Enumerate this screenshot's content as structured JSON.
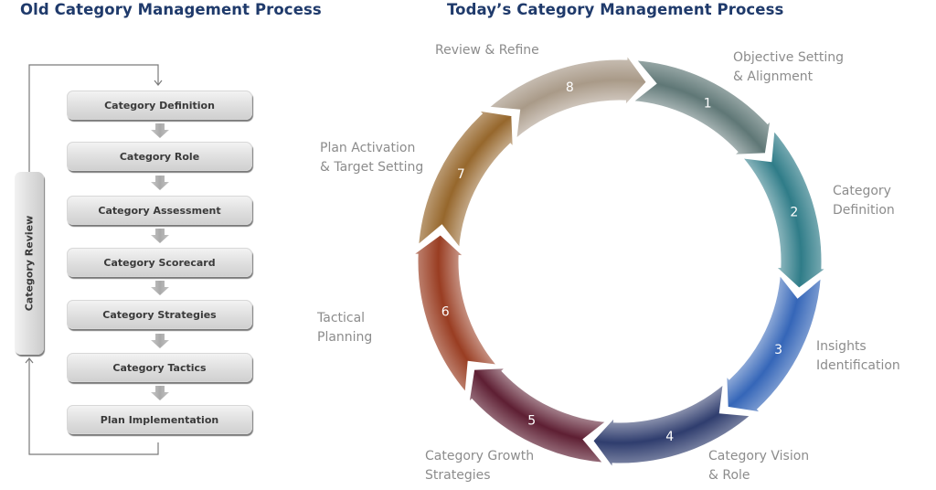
{
  "old_process": {
    "title": "Old Category Management Process",
    "steps": [
      "Category Definition",
      "Category Role",
      "Category Assessment",
      "Category Scorecard",
      "Category Strategies",
      "Category Tactics",
      "Plan Implementation"
    ],
    "review_label": "Category Review"
  },
  "new_process": {
    "title": "Today’s Category Management Process",
    "steps": [
      {
        "number": "1",
        "line1": "Objective Setting",
        "line2": "& Alignment",
        "color": "#5f7776"
      },
      {
        "number": "2",
        "line1": "Category",
        "line2": "Definition",
        "color": "#2f7c88"
      },
      {
        "number": "3",
        "line1": "Insights",
        "line2": "Identification",
        "color": "#3566b8"
      },
      {
        "number": "4",
        "line1": "Category Vision",
        "line2": "& Role",
        "color": "#2f3d6e"
      },
      {
        "number": "5",
        "line1": "Category Growth",
        "line2": "Strategies",
        "color": "#5e1f33"
      },
      {
        "number": "6",
        "line1": "Tactical",
        "line2": "Planning",
        "color": "#993d22"
      },
      {
        "number": "7",
        "line1": "Plan Activation",
        "line2": "& Target Setting",
        "color": "#96672c"
      },
      {
        "number": "8",
        "line1": "Review & Refine",
        "line2": "",
        "color": "#a99a88"
      }
    ]
  }
}
